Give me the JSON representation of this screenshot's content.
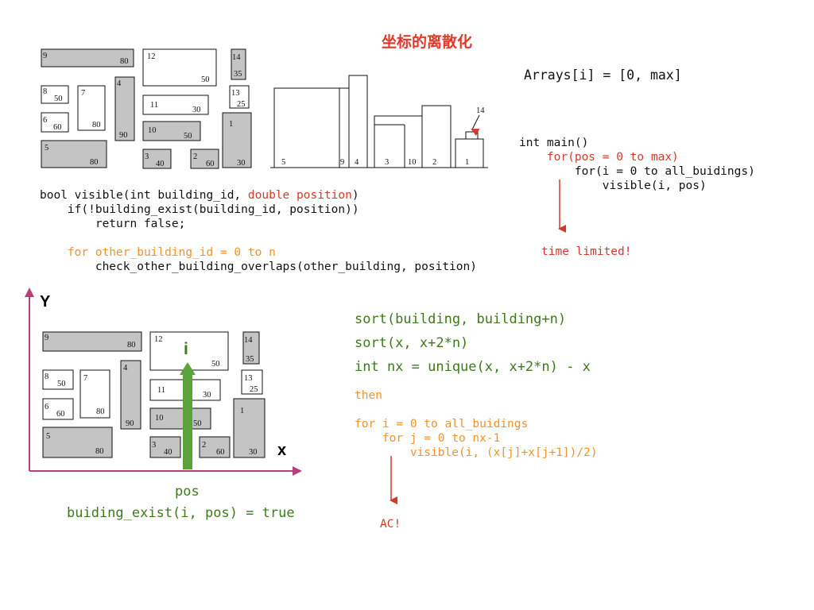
{
  "title": "坐标的离散化",
  "arrays_line": "Arrays[i] = [0, max]",
  "main_code": {
    "l1": "int main()",
    "l2": "for(pos = 0 to max)",
    "l3": "for(i = 0 to all_buidings)",
    "l4": "visible(i, pos)"
  },
  "time_limited": "time limited!",
  "visible_code": {
    "sig_a": "bool visible(int building_id, ",
    "sig_b": "double position",
    "sig_c": ")",
    "l2": "if(!building_exist(building_id, position))",
    "l3": "return false;",
    "l4": "for other_building_id = 0 to n",
    "l5": "check_other_building_overlaps(other_building, position)"
  },
  "sort_code": {
    "l1": "sort(building, building+n)",
    "l2": "sort(x, x+2*n)",
    "l3": "int nx = unique(x, x+2*n) - x",
    "then": "then",
    "f1": "for i = 0 to all_buidings",
    "f2": "for j = 0 to nx-1",
    "f3": "visible(i, (x[j]+x[j+1])/2)"
  },
  "ac": "AC!",
  "axis_y": "Y",
  "axis_x": "x",
  "i_label": "i",
  "pos_label": "pos",
  "exist_line": "buiding_exist(i, pos) = true",
  "buildings": [
    {
      "id": "9",
      "h": "80"
    },
    {
      "id": "12",
      "h": "50"
    },
    {
      "id": "14",
      "h": "35"
    },
    {
      "id": "8",
      "h": "50"
    },
    {
      "id": "7",
      "h": "80"
    },
    {
      "id": "4",
      "h": "90"
    },
    {
      "id": "13",
      "h": "25"
    },
    {
      "id": "11",
      "h": "30"
    },
    {
      "id": "6",
      "h": "60"
    },
    {
      "id": "10",
      "h": "50"
    },
    {
      "id": "1",
      "h": "30"
    },
    {
      "id": "5",
      "h": "80"
    },
    {
      "id": "3",
      "h": "40"
    },
    {
      "id": "2",
      "h": "60"
    }
  ],
  "front_view": {
    "labels": [
      "5",
      "9",
      "4",
      "3",
      "10",
      "2",
      "1"
    ],
    "callout": "14"
  },
  "colors": {
    "gray": "#c4c4c4",
    "green_arrow": "#5aa33a",
    "axis": "#b5407a",
    "red": "#d23a2b",
    "orange": "#f0922e",
    "green_text": "#3c7a1a"
  }
}
